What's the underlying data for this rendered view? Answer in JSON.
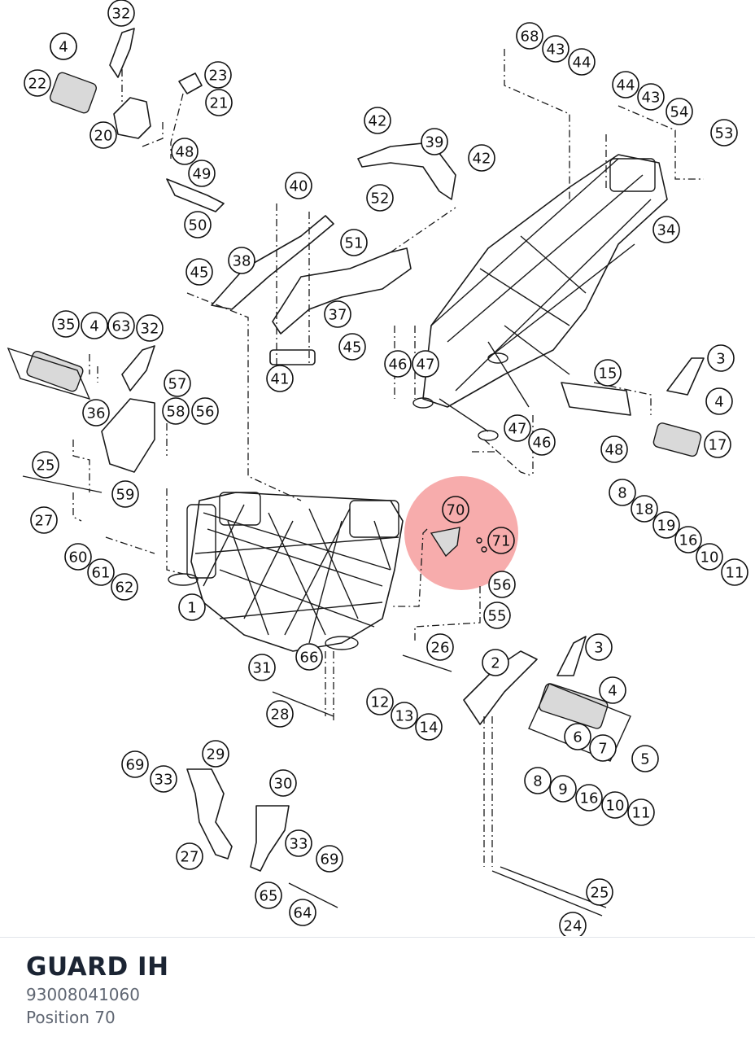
{
  "part": {
    "title": "GUARD IH",
    "number": "93008041060",
    "position": "Position 70"
  },
  "highlight": {
    "callout": "70",
    "color": "#f28080"
  },
  "callouts": [
    "1",
    "2",
    "3",
    "3",
    "4",
    "4",
    "4",
    "4",
    "4",
    "5",
    "6",
    "7",
    "8",
    "8",
    "9",
    "10",
    "10",
    "11",
    "11",
    "12",
    "13",
    "14",
    "15",
    "16",
    "16",
    "17",
    "18",
    "19",
    "20",
    "21",
    "22",
    "23",
    "24",
    "25",
    "25",
    "26",
    "27",
    "27",
    "28",
    "29",
    "30",
    "31",
    "32",
    "32",
    "33",
    "33",
    "34",
    "35",
    "36",
    "37",
    "38",
    "39",
    "40",
    "41",
    "42",
    "42",
    "43",
    "43",
    "44",
    "44",
    "45",
    "45",
    "46",
    "46",
    "47",
    "47",
    "48",
    "48",
    "49",
    "50",
    "51",
    "52",
    "53",
    "54",
    "55",
    "56",
    "56",
    "57",
    "58",
    "59",
    "60",
    "61",
    "62",
    "63",
    "64",
    "65",
    "66",
    "68",
    "69",
    "69",
    "70",
    "71"
  ],
  "icons": {
    "diagram": "exploded-frame-diagram",
    "highlight": "highlight-halo"
  }
}
